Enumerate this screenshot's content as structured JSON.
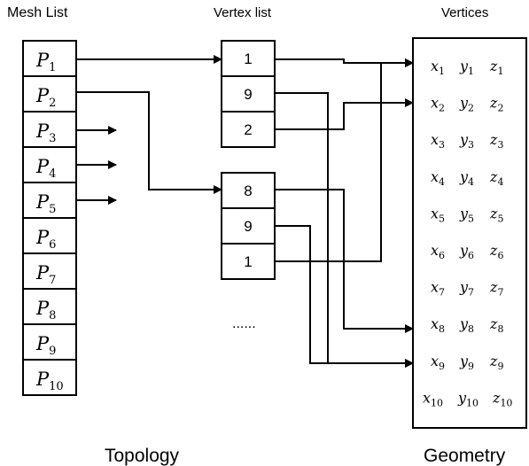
{
  "headers": {
    "mesh_list": "Mesh  List",
    "vertex_list": "Vertex list",
    "vertices": "Vertices"
  },
  "footers": {
    "topology": "Topology",
    "geometry": "Geometry"
  },
  "mesh_list": [
    {
      "var": "P",
      "sub": "1"
    },
    {
      "var": "P",
      "sub": "2"
    },
    {
      "var": "P",
      "sub": "3"
    },
    {
      "var": "P",
      "sub": "4"
    },
    {
      "var": "P",
      "sub": "5"
    },
    {
      "var": "P",
      "sub": "6"
    },
    {
      "var": "P",
      "sub": "7"
    },
    {
      "var": "P",
      "sub": "8"
    },
    {
      "var": "P",
      "sub": "9"
    },
    {
      "var": "P",
      "sub": "10"
    }
  ],
  "vertex_groups": [
    [
      "1",
      "9",
      "2"
    ],
    [
      "8",
      "9",
      "1"
    ]
  ],
  "ellipsis": "......",
  "vertices": [
    [
      "1",
      "1",
      "1"
    ],
    [
      "2",
      "2",
      "2"
    ],
    [
      "3",
      "3",
      "3"
    ],
    [
      "4",
      "4",
      "4"
    ],
    [
      "5",
      "5",
      "5"
    ],
    [
      "6",
      "6",
      "6"
    ],
    [
      "7",
      "7",
      "7"
    ],
    [
      "8",
      "8",
      "8"
    ],
    [
      "9",
      "9",
      "9"
    ],
    [
      "10",
      "10",
      "10"
    ]
  ],
  "vertex_vars": [
    "x",
    "y",
    "z"
  ]
}
